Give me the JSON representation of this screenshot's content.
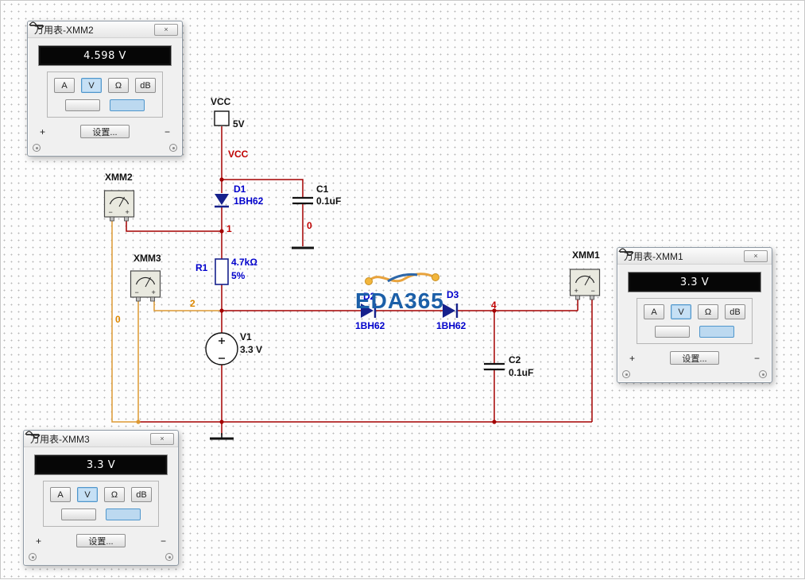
{
  "window_xmm2": {
    "title": "万用表-XMM2",
    "reading": "4.598 V"
  },
  "window_xmm1": {
    "title": "万用表-XMM1",
    "reading": "3.3 V"
  },
  "window_xmm3": {
    "title": "万用表-XMM3",
    "reading": "3.3 V"
  },
  "meter_ui": {
    "close": "×",
    "mode_a": "A",
    "mode_v": "V",
    "mode_ohm": "Ω",
    "mode_db": "dB",
    "settings": "设置...",
    "plus": "+",
    "minus": "−",
    "selected_mode": "V",
    "selected_wave": "DC"
  },
  "schematic": {
    "power_label": "VCC",
    "power_value": "5V",
    "power_net": "VCC",
    "d1_ref": "D1",
    "d1_part": "1BH62",
    "c1_ref": "C1",
    "c1_value": "0.1uF",
    "r1_ref": "R1",
    "r1_value": "4.7kΩ",
    "r1_tol": "5%",
    "v1_ref": "V1",
    "v1_value": "3.3 V",
    "d2_ref": "D2",
    "d2_part": "1BH62",
    "d3_ref": "D3",
    "d3_part": "1BH62",
    "c2_ref": "C2",
    "c2_value": "0.1uF",
    "net1": "1",
    "net2": "2",
    "net4": "4",
    "net0_c1": "0",
    "net0_left": "0",
    "xmm1": "XMM1",
    "xmm2": "XMM2",
    "xmm3": "XMM3",
    "watermark": "EDA365",
    "colors": {
      "wire_red": "#a40000",
      "wire_orange": "#dd9933",
      "component_blue": "#16218c",
      "label_blue": "#0000cc",
      "net_red": "#c00000",
      "net_orange": "#dd8800"
    }
  }
}
